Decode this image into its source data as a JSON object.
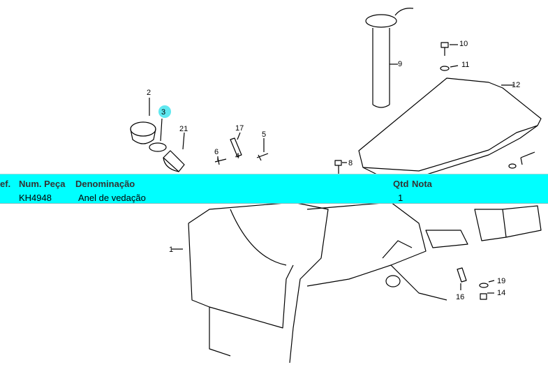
{
  "callouts": {
    "c1": "1",
    "c2": "2",
    "c3": "3",
    "c4": "4",
    "c5": "5",
    "c6": "6",
    "c8": "8",
    "c9": "9",
    "c10": "10",
    "c11": "11",
    "c12": "12",
    "c14": "14",
    "c16": "16",
    "c17": "17",
    "c19": "19",
    "c21": "21"
  },
  "highlight_color": "#00ffff",
  "parts_table": {
    "headers": {
      "ref": "ef.",
      "part_number": "Num. Peça",
      "description": "Denominação",
      "qty": "Qtd",
      "note": "Nota"
    },
    "row": {
      "part_number": "KH4948",
      "description": "Anel de vedação",
      "qty": "1"
    }
  }
}
